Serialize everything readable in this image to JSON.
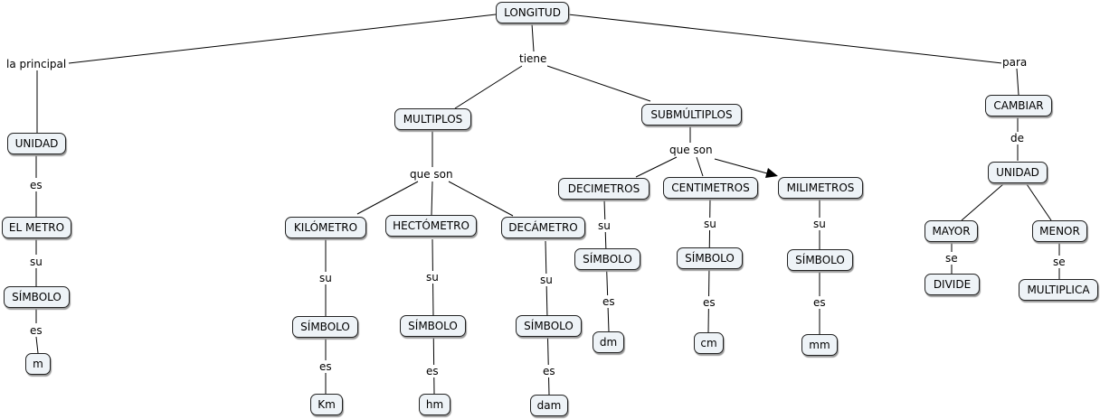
{
  "concept_map": {
    "nodes": {
      "longitud": "LONGITUD",
      "unidad_left": "UNIDAD",
      "el_metro": "EL METRO",
      "simbolo_metro": "SÍMBOLO",
      "m": "m",
      "multiplos": "MULTIPLOS",
      "submultiplos": "SUBMÚLTIPLOS",
      "kilometro": "KILÓMETRO",
      "hectometro": "HECTÓMETRO",
      "decametro": "DECÁMETRO",
      "simbolo_km": "SÍMBOLO",
      "simbolo_hm": "SÍMBOLO",
      "simbolo_dam": "SÍMBOLO",
      "km": "Km",
      "hm": "hm",
      "dam": "dam",
      "decimetros": "DECIMETROS",
      "centimetros": "CENTIMETROS",
      "milimetros": "MILIMETROS",
      "simbolo_dm": "SÍMBOLO",
      "simbolo_cm": "SÍMBOLO",
      "simbolo_mm": "SÍMBOLO",
      "dm": "dm",
      "cm": "cm",
      "mm": "mm",
      "cambiar": "CAMBIAR",
      "unidad_right": "UNIDAD",
      "mayor": "MAYOR",
      "menor": "MENOR",
      "divide": "DIVIDE",
      "multiplica": "MULTIPLICA"
    },
    "links": {
      "la_principal": "la principal",
      "tiene": "tiene",
      "para": "para",
      "es_unidad": "es",
      "su_metro": "su",
      "es_metro": "es",
      "que_son_mult": "que son",
      "que_son_sub": "que son",
      "su_km": "su",
      "su_hm": "su",
      "su_dam": "su",
      "es_km": "es",
      "es_hm": "es",
      "es_dam": "es",
      "su_dm": "su",
      "su_cm": "su",
      "su_mm": "su",
      "es_dm": "es",
      "es_cm": "es",
      "es_mm": "es",
      "de": "de",
      "se_divide": "se",
      "se_multiplica": "se"
    }
  }
}
